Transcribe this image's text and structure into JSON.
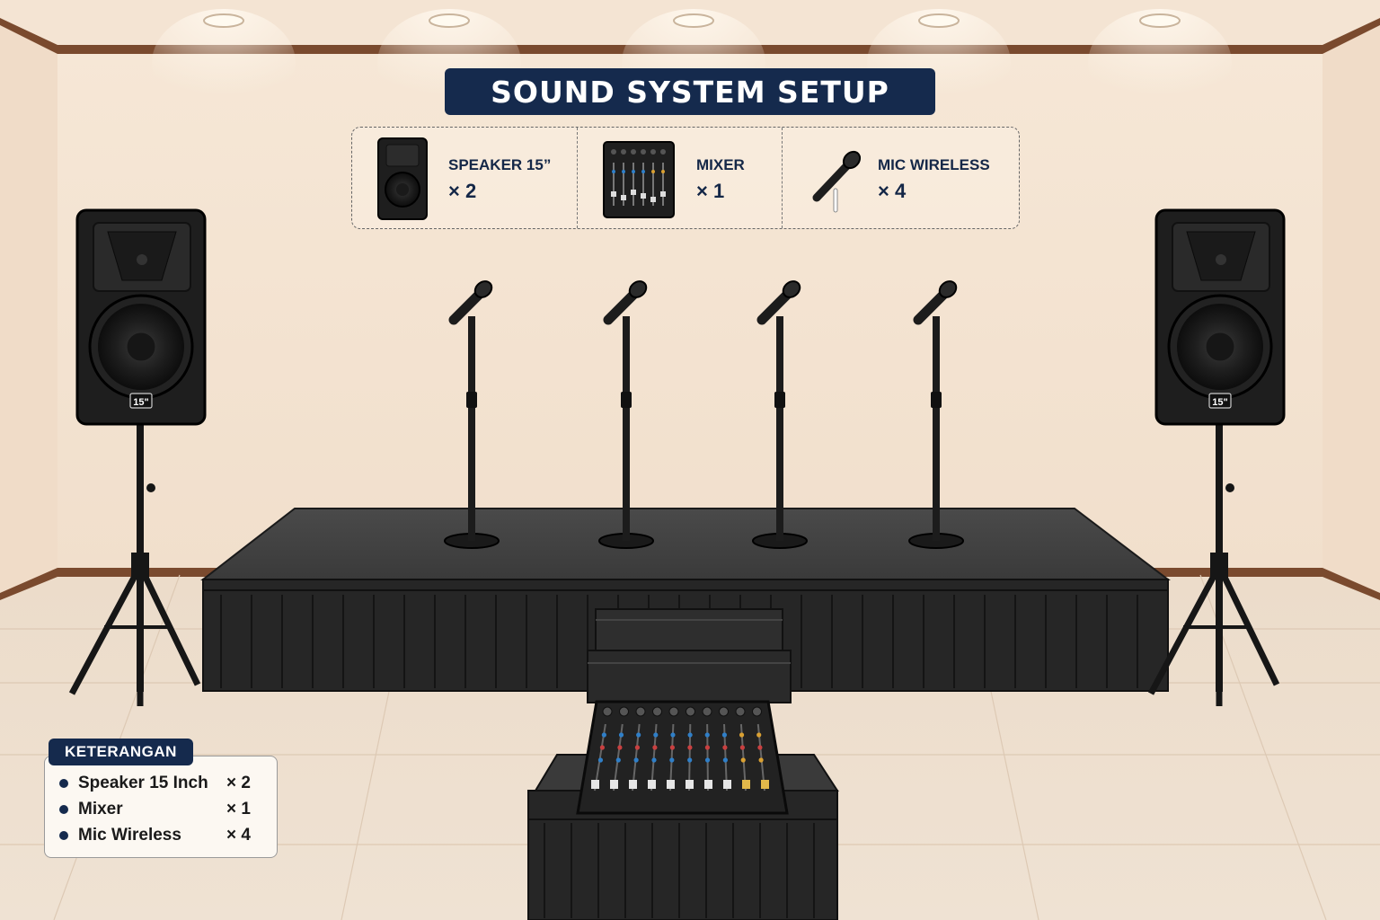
{
  "title": "SOUND SYSTEM SETUP",
  "equipment": [
    {
      "name": "SPEAKER 15”",
      "qty": "× 2",
      "icon": "speaker-icon"
    },
    {
      "name": "MIXER",
      "qty": "× 1",
      "icon": "mixer-icon"
    },
    {
      "name": "MIC WIRELESS",
      "qty": "× 4",
      "icon": "microphone-icon"
    }
  ],
  "speaker_badge": "15\"",
  "legend": {
    "title": "KETERANGAN",
    "items": [
      {
        "label": "Speaker 15 Inch",
        "qty": "× 2"
      },
      {
        "label": "Mixer",
        "qty": "× 1"
      },
      {
        "label": "Mic Wireless",
        "qty": "× 4"
      }
    ]
  },
  "colors": {
    "banner": "#152a4d",
    "wall": "#f3e3d2",
    "floor": "#eadbc9",
    "trim": "#7a4a2e",
    "equipment": "#1c1c1c",
    "stage": "#2a2a2a"
  }
}
